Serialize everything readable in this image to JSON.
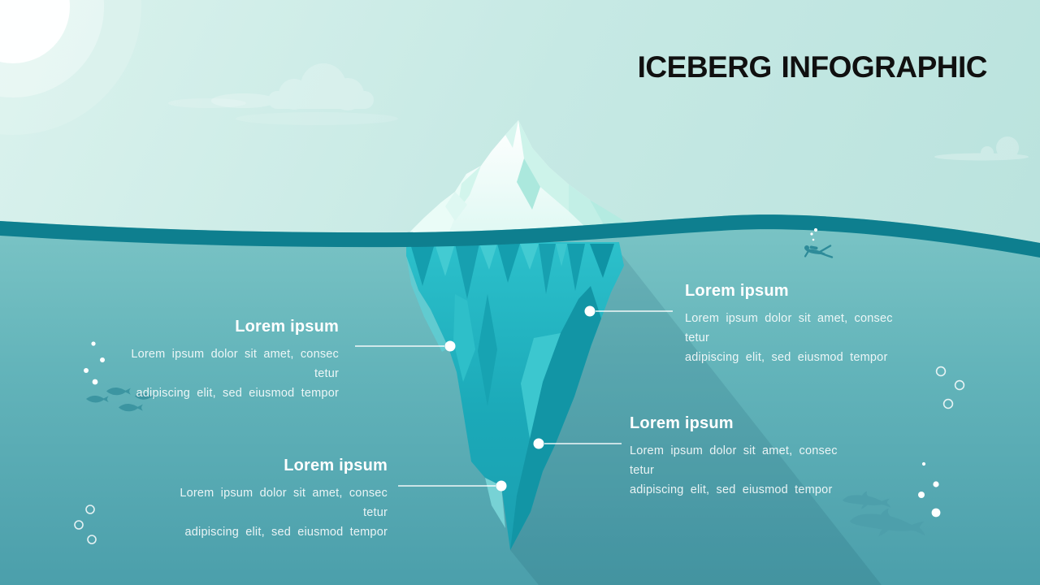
{
  "slide": {
    "title": "ICEBERG INFOGRAPHIC"
  },
  "callouts": [
    {
      "position": "upper-right",
      "heading": "Lorem ipsum",
      "body1": "Lorem ipsum dolor sit amet, consec tetur",
      "body2": "adipiscing elit, sed eiusmod tempor"
    },
    {
      "position": "upper-left",
      "heading": "Lorem ipsum",
      "body1": "Lorem ipsum dolor sit amet, consec tetur",
      "body2": "adipiscing elit, sed eiusmod tempor"
    },
    {
      "position": "lower-right",
      "heading": "Lorem ipsum",
      "body1": "Lorem ipsum dolor sit amet, consec tetur",
      "body2": "adipiscing elit, sed eiusmod tempor"
    },
    {
      "position": "lower-left",
      "heading": "Lorem ipsum",
      "body1": "Lorem ipsum dolor sit amet, consec tetur",
      "body2": "adipiscing elit, sed eiusmod tempor"
    }
  ],
  "decorations": [
    "sun",
    "clouds",
    "iceberg",
    "waterline-wave",
    "fish-school",
    "scuba-diver",
    "dolphins",
    "bubbles"
  ],
  "palette": {
    "sky": "#c6e9e4",
    "wave_band": "#0e7f8f",
    "water_top": "#7cc5c6",
    "water_deep": "#4b9fab",
    "iceberg_above": "#ffffff",
    "iceberg_below": "#22b4c1",
    "title_text": "#101010",
    "callout_text": "#ffffff"
  }
}
